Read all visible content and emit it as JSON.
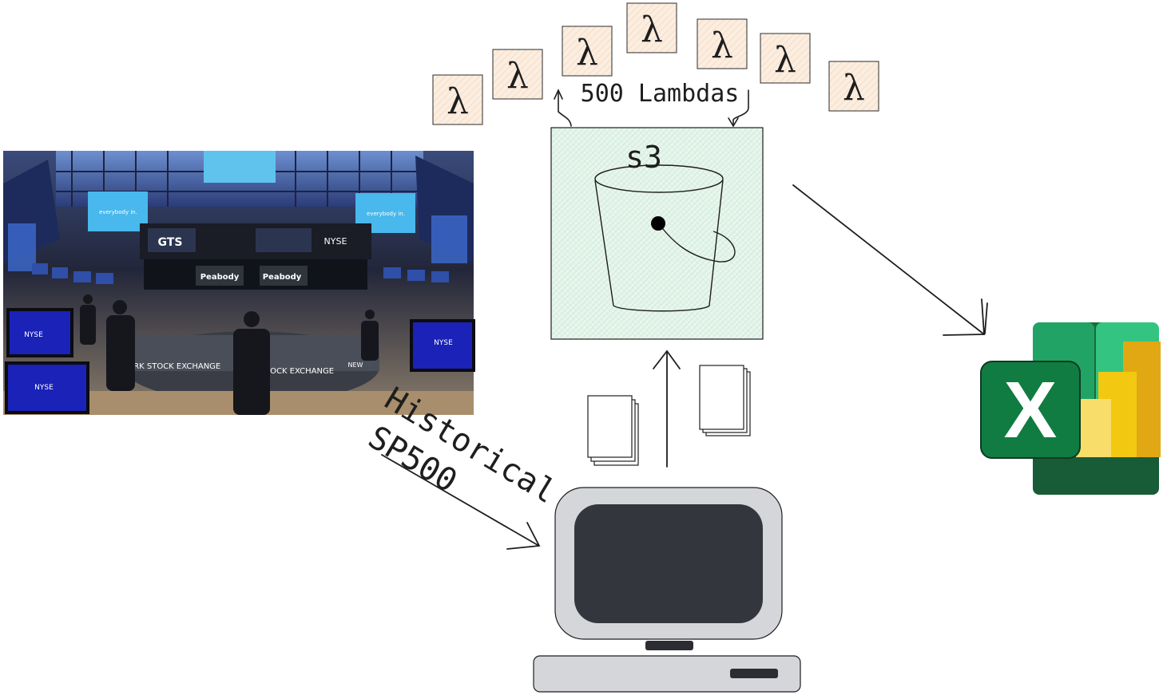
{
  "lambdas": {
    "label": "500 Lambdas",
    "glyph": "λ",
    "icon": "aws-lambda-icon",
    "count_shown": 7,
    "fill": "#fbeee0",
    "stroke": "#2b2b2b"
  },
  "bucket": {
    "label": "s3",
    "icon": "bucket-icon",
    "fill": "#e4f4ea"
  },
  "photo": {
    "icon": "stock-exchange-photo",
    "signs": [
      "everybody in.",
      "everybody in.",
      "GTS",
      "NYSE",
      "Peabody",
      "Peabody",
      "YORK STOCK EXCHANGE",
      "TOCK EXCHANGE",
      "NEW",
      "NYSE",
      "NYSE",
      "NYSE"
    ]
  },
  "source": {
    "line1": "Historical",
    "line2": "SP500"
  },
  "computer": {
    "icon": "desktop-computer-icon",
    "screen": "#34363d",
    "body": "#d4d6da"
  },
  "excel": {
    "icon": "excel-icon",
    "letter": "X",
    "green": "#107c41",
    "yellow": "#f2c811"
  },
  "files": {
    "icon": "document-stack-icon"
  }
}
